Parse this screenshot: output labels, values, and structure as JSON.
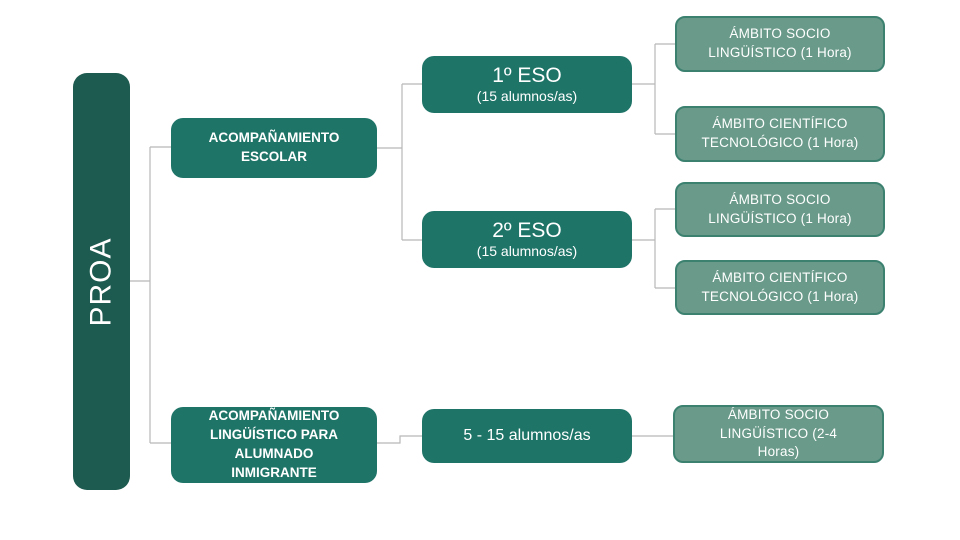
{
  "diagram": {
    "root": {
      "label": "PROA"
    },
    "branches": [
      {
        "label": "ACOMPAÑAMIENTO ESCOLAR"
      },
      {
        "label": "ACOMPAÑAMIENTO LINGÜÍSTICO PARA ALUMNADO INMIGRANTE"
      }
    ],
    "groups": [
      {
        "title": "1º ESO",
        "subtitle": "(15 alumnos/as)"
      },
      {
        "title": "2º ESO",
        "subtitle": "(15 alumnos/as)"
      },
      {
        "title": "5 - 15 alumnos/as",
        "subtitle": ""
      }
    ],
    "leaves": [
      {
        "label": "ÁMBITO SOCIO LINGÜÍSTICO (1 Hora)"
      },
      {
        "label": "ÁMBITO CIENTÍFICO TECNOLÓGICO (1 Hora)"
      },
      {
        "label": "ÁMBITO SOCIO LINGÜÍSTICO (1 Hora)"
      },
      {
        "label": "ÁMBITO CIENTÍFICO TECNOLÓGICO (1 Hora)"
      },
      {
        "label": "ÁMBITO SOCIO LINGÜÍSTICO (2-4 Horas)"
      }
    ],
    "colors": {
      "background": "#ffffff",
      "root_fill": "#1d5a4f",
      "branch_fill": "#1f7468",
      "leaf_fill": "#699a8a",
      "leaf_border": "#3c8170",
      "connector": "#b8b8b8",
      "text": "#ffffff"
    }
  }
}
